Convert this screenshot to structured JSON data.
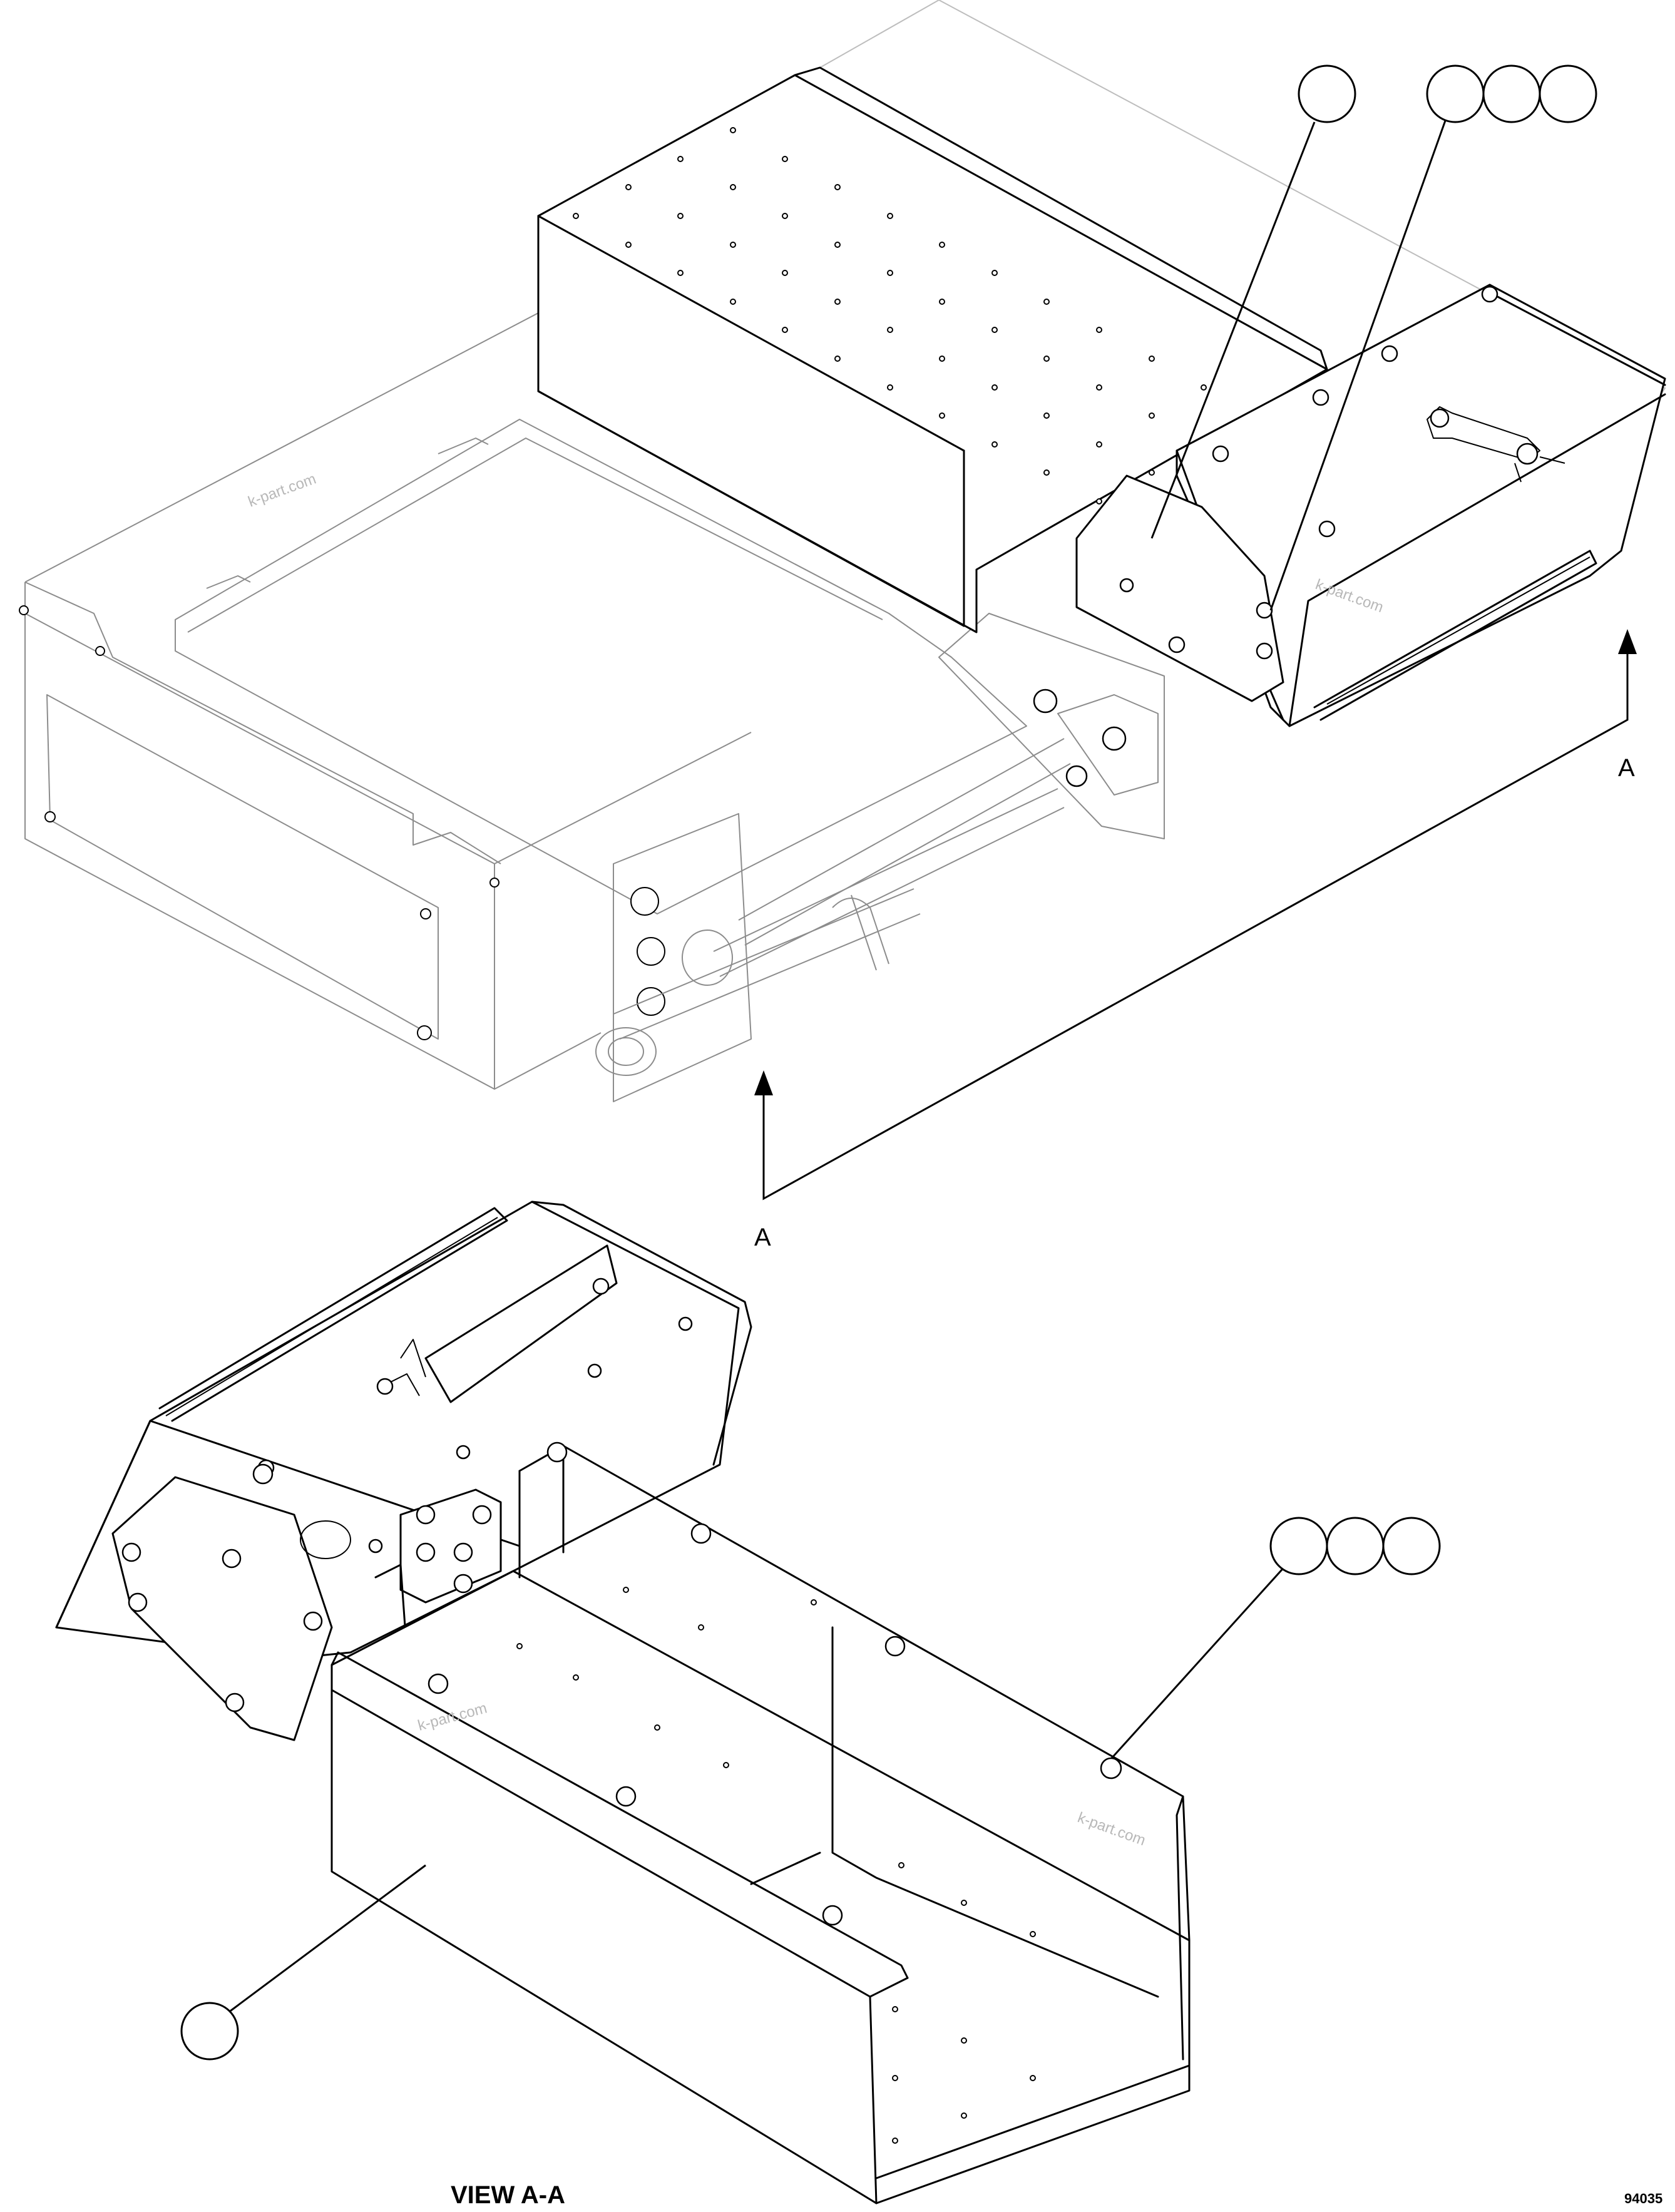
{
  "sheet": {
    "view_label": "VIEW A-A",
    "sheet_number": "94035"
  },
  "section_marks": {
    "upper_right": "A",
    "lower_left": "A"
  },
  "watermarks": [
    "k-part.com",
    "k-part.com",
    "k-part.com",
    "k-part.com"
  ],
  "callouts": {
    "top_single": "",
    "top_triple": [
      "",
      "",
      ""
    ],
    "mid_triple": [
      "",
      "",
      ""
    ],
    "bottom_single": ""
  }
}
